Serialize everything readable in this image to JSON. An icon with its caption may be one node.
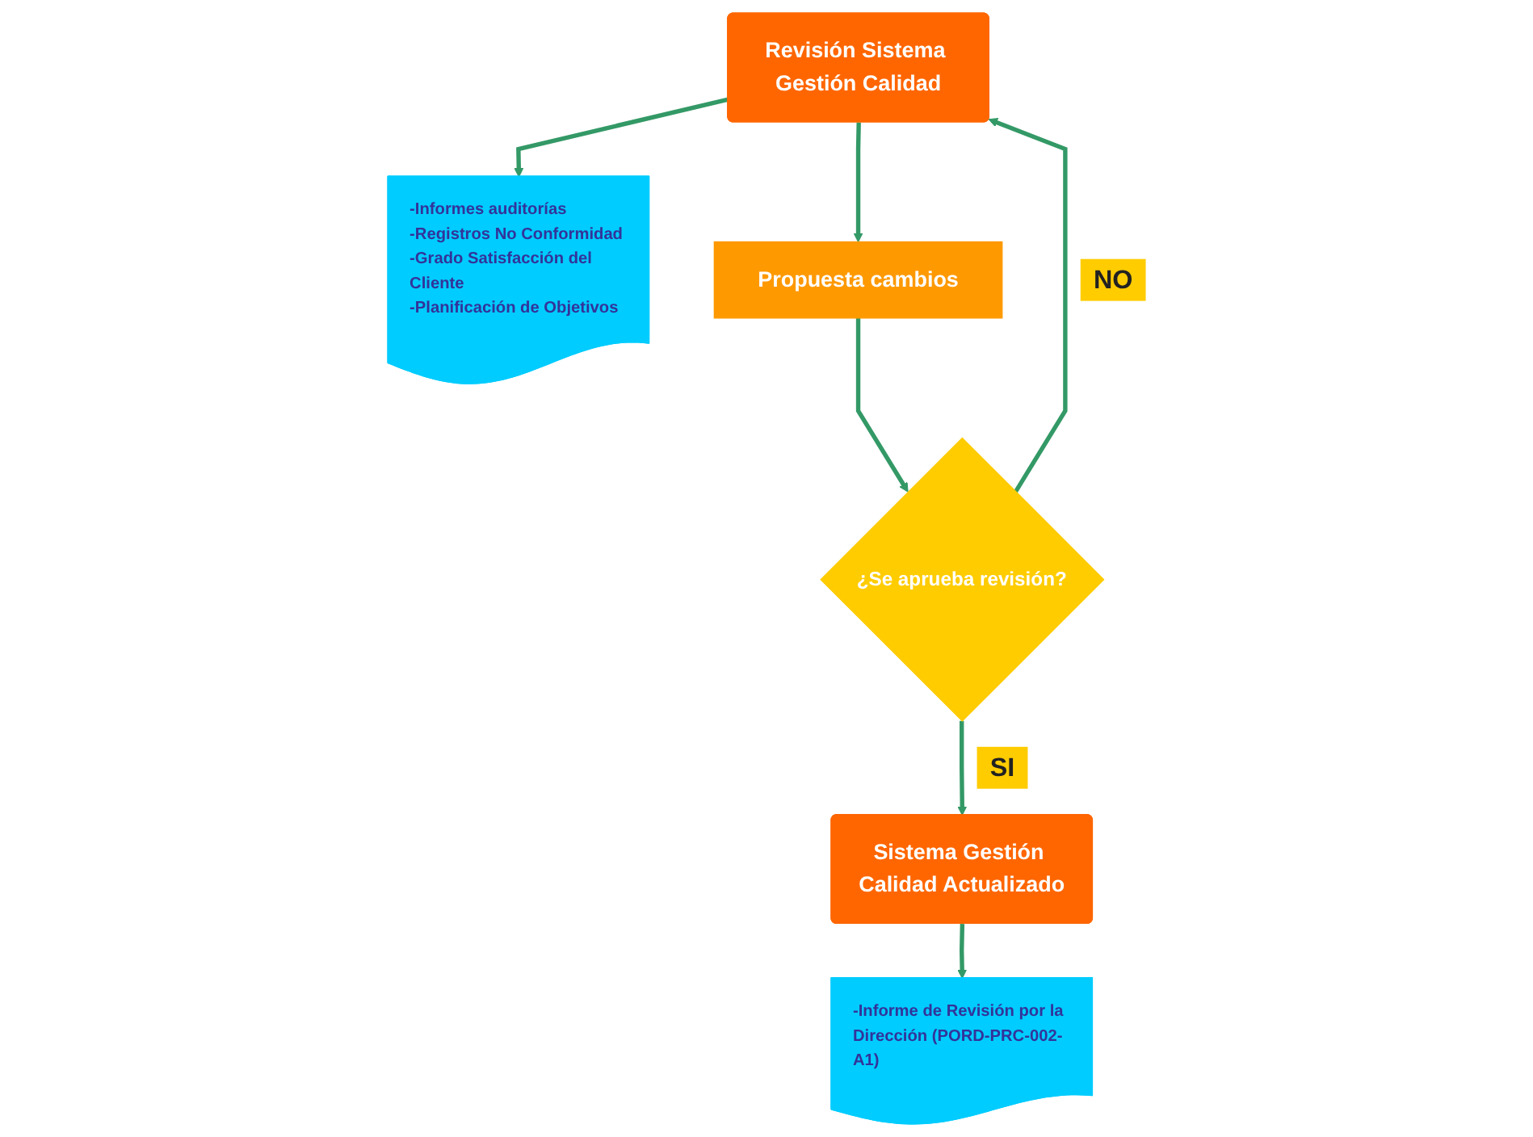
{
  "diagram": {
    "nodes": [
      {
        "text": [
          "Revisión Sistema Gestión Calidad"
        ]
      },
      {
        "text": [
          "-Informes auditorías",
          "-Registros No Conformidad",
          "-Grado Satisfacción del Cliente",
          "-Planificación de Objetivos"
        ]
      },
      {
        "text": [
          "Propuesta cambios"
        ]
      },
      {
        "text": [
          "¿Se aprueba revisión?"
        ]
      },
      {
        "text": [
          "Sistema Gestión Calidad Actualizado"
        ]
      },
      {
        "text": [
          "-Informe de Revisión por la Dirección (PORD-PRC-002-A1)"
        ]
      }
    ],
    "edges": [
      {
        "from": 0,
        "to": 1,
        "arrow": "to"
      },
      {
        "from": 0,
        "to": 2,
        "arrow": "to"
      },
      {
        "from": 2,
        "to": 3,
        "arrow": "to"
      },
      {
        "from": 3,
        "to": 0,
        "arrow": "to",
        "label": "NO"
      },
      {
        "from": 3,
        "to": 4,
        "arrow": "to",
        "label": "SI"
      },
      {
        "from": 4,
        "to": 5,
        "arrow": "to"
      }
    ]
  }
}
